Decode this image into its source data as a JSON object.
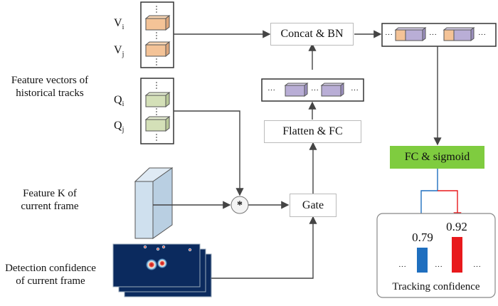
{
  "left_labels": {
    "historical": [
      "Feature vectors of",
      "historical tracks"
    ],
    "featureK": [
      "Feature K of",
      "current frame"
    ],
    "detection": [
      "Detection confidence",
      "of current frame"
    ]
  },
  "vectors": {
    "v_i": "V",
    "v_i_sub": "i",
    "v_j": "V",
    "v_j_sub": "j",
    "q_i": "Q",
    "q_i_sub": "i",
    "q_j": "Q",
    "q_j_sub": "j"
  },
  "nodes": {
    "concat": "Concat & BN",
    "flatten": "Flatten & FC",
    "gate": "Gate",
    "fc_sigmoid": "FC & sigmoid",
    "conv_op": "*"
  },
  "ellipsis": "···",
  "output": {
    "title": "Tracking confidence",
    "values": [
      {
        "value": "0.79",
        "color": "#1f6fbf"
      },
      {
        "value": "0.92",
        "color": "#e8191c"
      }
    ]
  },
  "colors": {
    "value_cube": "#f4c397",
    "query_cube": "#d4e0b8",
    "combined_cube": "#b9aed6",
    "feature_block": "#cfe0ee",
    "heatmap_bg": "#0b2a5e",
    "fc_sigmoid_bg": "#7fcc3f"
  }
}
